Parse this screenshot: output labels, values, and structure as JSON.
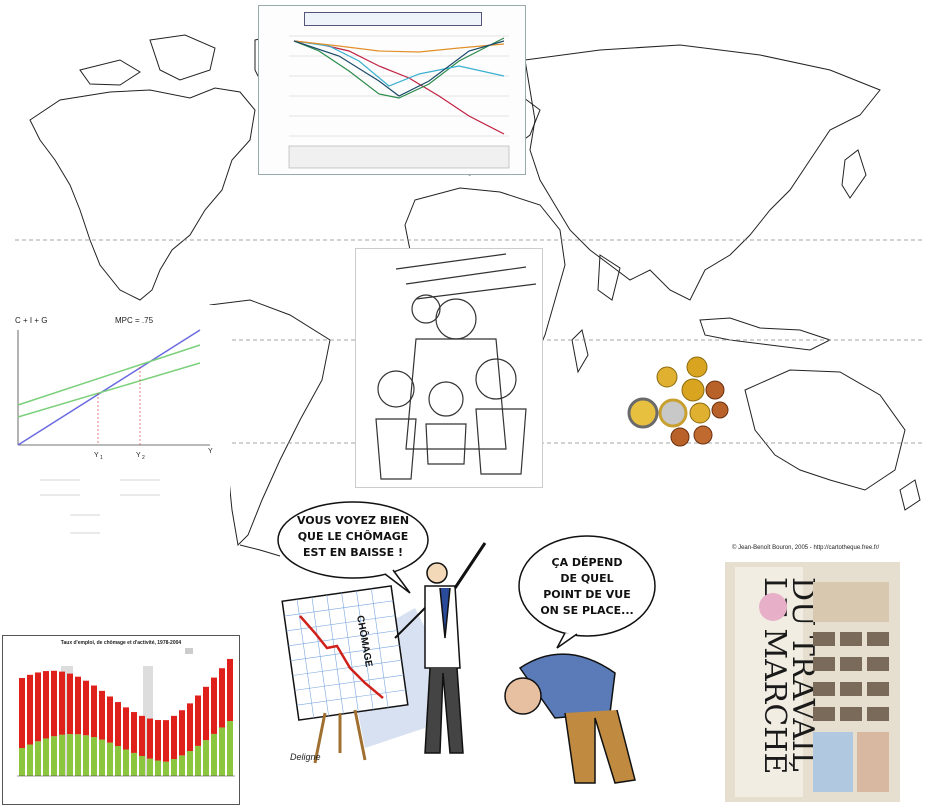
{
  "credit": "© Jean-Benoît Bouron, 2005  -  http://cartotheque.free.fr/",
  "econ_diagram": {
    "equation": "C + I + G",
    "mpc": "MPC = .75",
    "axis_y": "Y",
    "y1": "Y",
    "y1_sub": "1",
    "y2": "Y",
    "y2_sub": "2"
  },
  "cartoon": {
    "bubble_left_lines": [
      "VOUS VOYEZ BIEN",
      "QUE LE CHÔMAGE",
      "EST EN BAISSE !"
    ],
    "bubble_right_lines": [
      "ÇA DÉPEND",
      "DE QUEL",
      "POINT DE VUE",
      "ON SE PLACE..."
    ],
    "board_label": "CHÔMAGE",
    "signature": "Deligne"
  },
  "unemployment_chart": {
    "title": "Taux d'emploi, de chômage et d'activité, 1978-2004"
  },
  "newspaper": {
    "headline_line1": "LE MARCHÉ",
    "headline_line2": "DU TRAVAIL"
  },
  "colors": {
    "unemployment_red": "#e0201a",
    "employment_green": "#8cc63f",
    "coin_gold": "#d9a520",
    "coin_copper": "#b8622a",
    "chart_line_blue": "#5b5bd6",
    "chart_line_green": "#7bd07b"
  }
}
